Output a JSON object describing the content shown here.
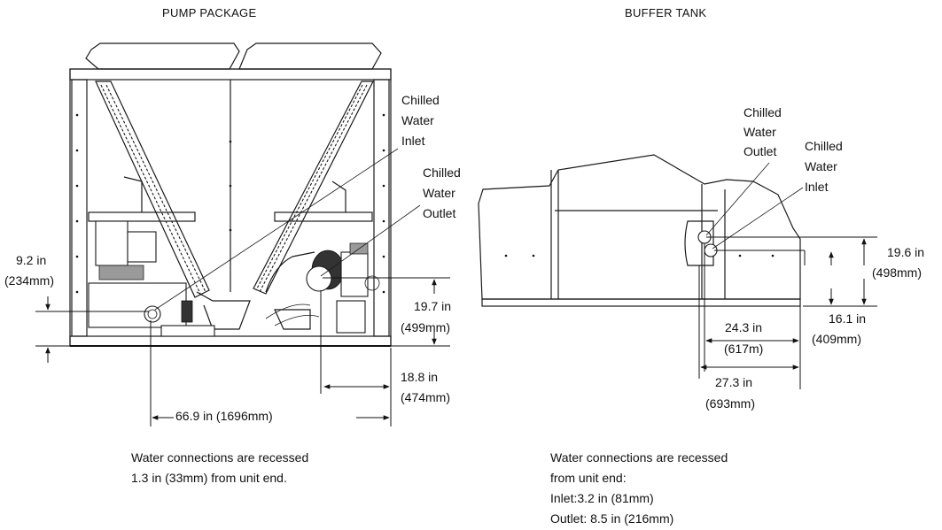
{
  "pump": {
    "title": "PUMP PACKAGE",
    "inlet_label": [
      "Chilled",
      "Water",
      "Inlet"
    ],
    "outlet_label": [
      "Chilled",
      "Water",
      "Outlet"
    ],
    "dim_height_left": [
      "9.2 in",
      "(234mm)"
    ],
    "dim_height_right": [
      "19.7 in",
      "(499mm)"
    ],
    "dim_depth": [
      "18.8 in",
      "(474mm)"
    ],
    "dim_width": "66.9 in (1696mm)",
    "note": [
      "Water connections are recessed",
      "1.3 in (33mm) from unit end."
    ]
  },
  "buffer": {
    "title": "BUFFER  TANK",
    "outlet_label": [
      "Chilled",
      "Water",
      "Outlet"
    ],
    "inlet_label": [
      "Chilled",
      "Water",
      "Inlet"
    ],
    "dim_height_1": [
      "19.6 in",
      "(498mm)"
    ],
    "dim_height_2": [
      "16.1 in",
      "(409mm)"
    ],
    "dim_width_1": [
      "24.3 in",
      "(617m)"
    ],
    "dim_width_2": [
      "27.3 in",
      "(693mm)"
    ],
    "note": [
      "Water connections are recessed",
      "from unit end:",
      "Inlet:3.2 in (81mm)",
      "Outlet: 8.5 in  (216mm)"
    ]
  }
}
